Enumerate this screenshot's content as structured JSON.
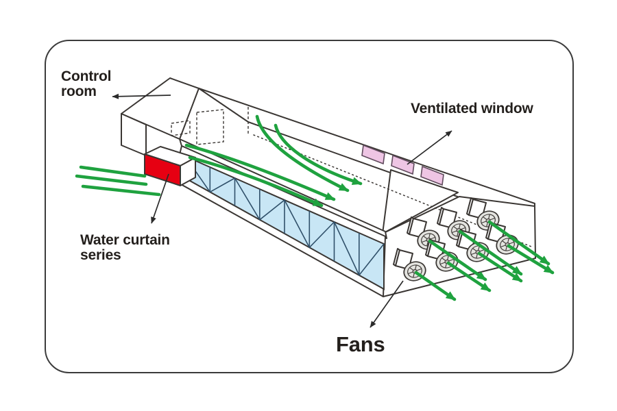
{
  "diagram": {
    "title_note": "Tunnel ventilation building diagram",
    "labels": {
      "control_room": "Control room",
      "ventilated_window": "Ventilated window",
      "water_curtain": "Water curtain series",
      "fans": "Fans"
    },
    "counts": {
      "fans": 7,
      "ventilated_windows": 3,
      "inlet_air_lines": 3,
      "interior_airflow_arrows": 4
    },
    "colors": {
      "outline": "#3a3633",
      "text": "#231f1c",
      "airflow_green": "#1fa23f",
      "water_curtain_red": "#e60012",
      "cooling_pad_blue": "#c8e6f5",
      "pad_line_blue": "#30506a",
      "window_pink": "#eec5e4",
      "window_border": "#5f4a5c",
      "fan_gray": "#e4e4e0"
    }
  }
}
